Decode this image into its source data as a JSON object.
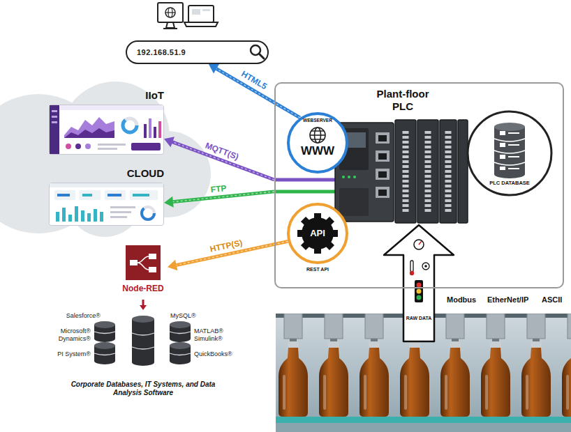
{
  "diagram": {
    "nodes": [
      {
        "text": [
          "192.168.51.9"
        ]
      },
      {
        "text": [
          "IIoT"
        ]
      },
      {
        "text": [
          "CLOUD"
        ]
      },
      {
        "text": [
          "Plant-floor PLC"
        ]
      },
      {
        "text": [
          "WEBSERVER",
          "WWW"
        ],
        "in": 3
      },
      {
        "text": [
          "API",
          "REST API"
        ],
        "in": 3
      },
      {
        "text": [
          "PLC DATABASE"
        ],
        "in": 3
      },
      {
        "text": [
          "Node-RED"
        ]
      },
      {
        "text": [
          "Corporate Databases, IT Systems, and Data Analysis Software"
        ]
      }
    ],
    "edges": [
      {
        "from": 4,
        "to": 0,
        "label": "HTML5",
        "arrow": "to"
      },
      {
        "from": 3,
        "to": 1,
        "label": "MQTT(S)",
        "arrow": "to"
      },
      {
        "from": 3,
        "to": 2,
        "label": "FTP",
        "arrow": "to"
      },
      {
        "from": 5,
        "to": 7,
        "label": "HTTP(S)",
        "arrow": "to"
      },
      {
        "from": 7,
        "to": 8,
        "arrow": "to"
      }
    ],
    "labels": [
      "RAW DATA",
      "Modbus",
      "EtherNet/IP",
      "ASCII",
      "Salesforce®",
      "MySQL®",
      "Microsoft® Dynamics®",
      "MATLAB® Simulink®",
      "PI System®",
      "QuickBooks®"
    ]
  }
}
